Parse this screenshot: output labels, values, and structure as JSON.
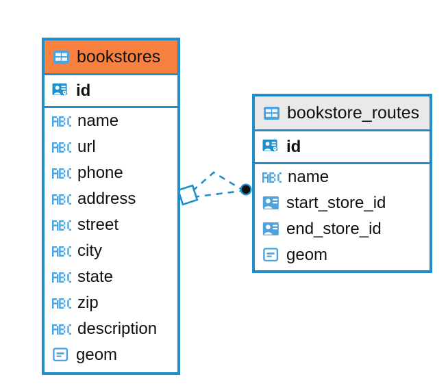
{
  "diagram": {
    "type": "entity-relationship-diagram",
    "background": "#ffffff",
    "accent_color": "#1e8ecd",
    "highlight_color": "#f9813f",
    "neutral_header_color": "#e9e9e9"
  },
  "entities": [
    {
      "name": "bookstores",
      "header_icon": "table-icon",
      "header_style": "accent-orange",
      "primary_keys": [
        {
          "label": "id",
          "icon": "primary-key-icon"
        }
      ],
      "fields": [
        {
          "label": "name",
          "icon": "text-abc-icon"
        },
        {
          "label": "url",
          "icon": "text-abc-icon"
        },
        {
          "label": "phone",
          "icon": "text-abc-icon"
        },
        {
          "label": "address",
          "icon": "text-abc-icon"
        },
        {
          "label": "street",
          "icon": "text-abc-icon"
        },
        {
          "label": "city",
          "icon": "text-abc-icon"
        },
        {
          "label": "state",
          "icon": "text-abc-icon"
        },
        {
          "label": "zip",
          "icon": "text-abc-icon"
        },
        {
          "label": "description",
          "icon": "text-abc-icon"
        },
        {
          "label": "geom",
          "icon": "geometry-icon"
        }
      ]
    },
    {
      "name": "bookstore_routes",
      "header_icon": "table-icon",
      "header_style": "accent-grey",
      "primary_keys": [
        {
          "label": "id",
          "icon": "primary-key-icon"
        }
      ],
      "fields": [
        {
          "label": "name",
          "icon": "text-abc-icon"
        },
        {
          "label": "start_store_id",
          "icon": "foreign-key-icon"
        },
        {
          "label": "end_store_id",
          "icon": "foreign-key-icon"
        },
        {
          "label": "geom",
          "icon": "geometry-icon"
        }
      ]
    }
  ],
  "relationship": {
    "from_entity": "bookstores",
    "to_entity": "bookstore_routes",
    "from_marker": "diamond-outline-marker",
    "to_marker": "filled-circle-marker",
    "line_style": "dashed",
    "line_color": "#1e8ecd",
    "cardinality_paths": 2
  }
}
